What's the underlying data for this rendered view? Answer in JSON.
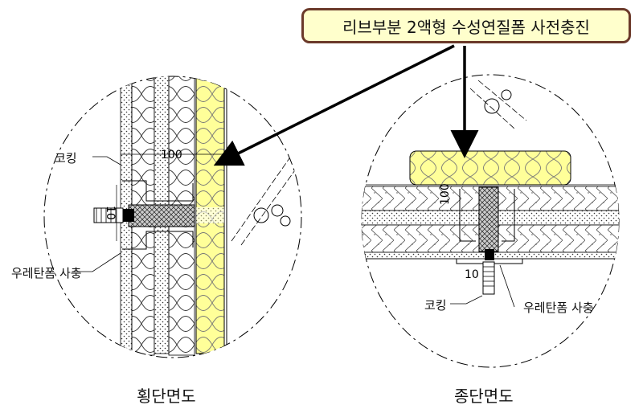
{
  "callout": {
    "text": "리브부분 2액형 수성연질폼 사전충진"
  },
  "left_view": {
    "caption": "횡단면도",
    "label_caulking": "코킹",
    "label_urethane": "우레탄폼 사충",
    "dim_top": "100",
    "dim_side": "10"
  },
  "right_view": {
    "caption": "종단면도",
    "label_caulking": "코킹",
    "label_urethane": "우레탄폼 사충",
    "dim_top": "100",
    "dim_bottom": "10"
  },
  "colors": {
    "foam": "#ffff99",
    "callout_border": "#6b3a2a",
    "callout_fill": "#ffffcc",
    "line": "#000000"
  }
}
